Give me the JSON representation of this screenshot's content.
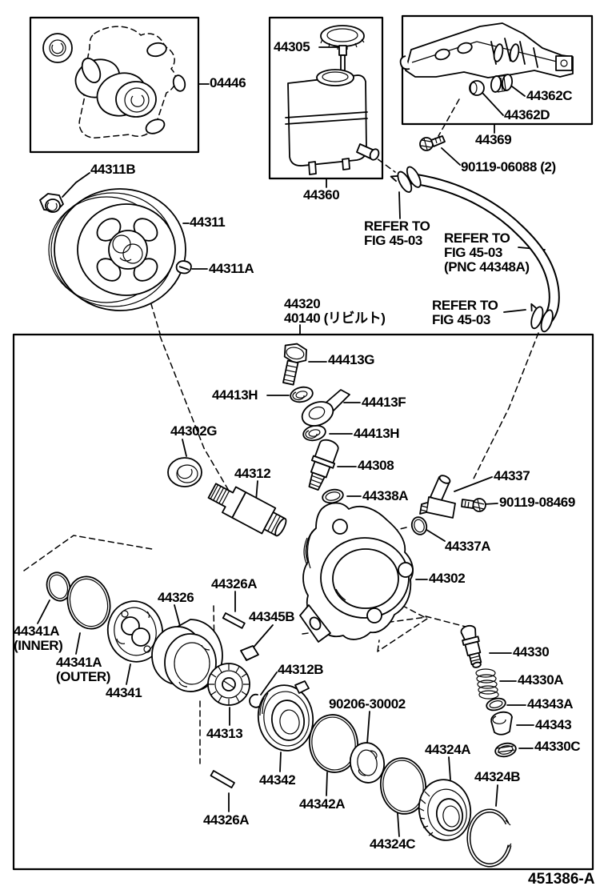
{
  "meta": {
    "background": "#ffffff",
    "line_color": "#000000"
  },
  "code": "451386-A",
  "callouts": {
    "c04446": "04446",
    "c44305": "44305",
    "c44360": "44360",
    "c44362C": "44362C",
    "c44362D": "44362D",
    "c44369": "44369",
    "c90119_06088": "90119-06088 (2)",
    "c44311B": "44311B",
    "c44311": "44311",
    "c44311A": "44311A",
    "c44320": "44320",
    "c40140": "40140 (リビルト)",
    "refer_to": "REFER TO",
    "fig_45_03": "FIG 45-03",
    "pnc_44348A": "(PNC 44348A)",
    "c44413G": "44413G",
    "c44413H": "44413H",
    "c44413F": "44413F",
    "c44302G": "44302G",
    "c44308": "44308",
    "c44312": "44312",
    "c44338A": "44338A",
    "c44337": "44337",
    "c90119_08469": "90119-08469",
    "c44337A": "44337A",
    "c44302": "44302",
    "c44326A": "44326A",
    "c44326": "44326",
    "c44345B": "44345B",
    "c44341A": "44341A",
    "inner": "(INNER)",
    "outer": "(OUTER)",
    "c44341": "44341",
    "c44312B": "44312B",
    "c44313": "44313",
    "c90206_30002": "90206-30002",
    "c44330": "44330",
    "c44330A": "44330A",
    "c44343A": "44343A",
    "c44343": "44343",
    "c44330C": "44330C",
    "c44324A": "44324A",
    "c44324B": "44324B",
    "c44342": "44342",
    "c44342A": "44342A",
    "c44324C": "44324C"
  }
}
